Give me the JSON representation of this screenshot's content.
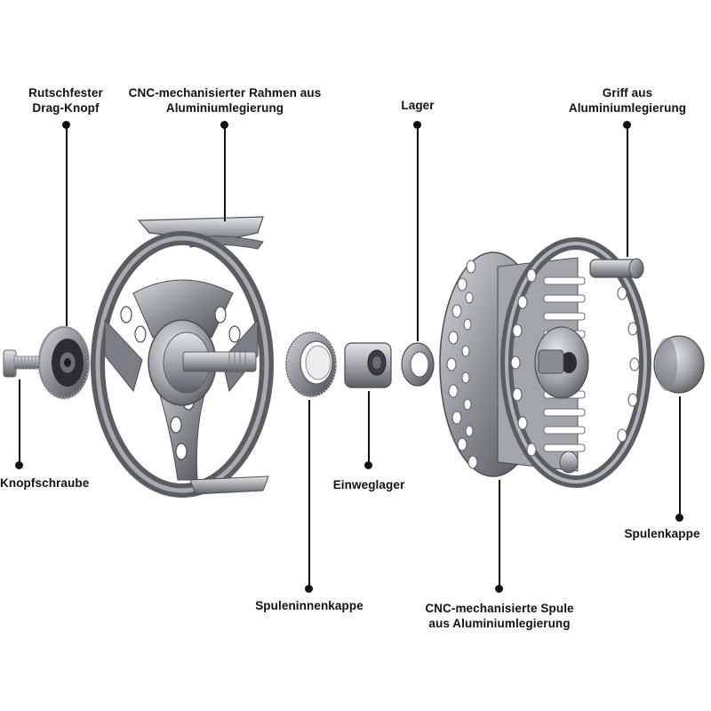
{
  "labels": {
    "drag_knob": [
      "Rutschfester",
      "Drag-Knopf"
    ],
    "frame": [
      "CNC-mechanisierter Rahmen aus",
      "Aluminiumlegierung"
    ],
    "bearing": [
      "Lager"
    ],
    "handle": [
      "Griff aus",
      "Aluminiumlegierung"
    ],
    "knob_screw": [
      "Knopfschraube"
    ],
    "one_way_bearing": [
      "Einweglager"
    ],
    "spool_cap": [
      "Spulenkappe"
    ],
    "inner_spool_cap": [
      "Spuleninnenkappe"
    ],
    "spool": [
      "CNC-mechanisierte Spule",
      "aus Aluminiumlegierung"
    ]
  },
  "colors": {
    "metal_dark": "#4a4d52",
    "metal_mid": "#8a8e94",
    "metal_light": "#c9ccd0",
    "text": "#111111"
  }
}
